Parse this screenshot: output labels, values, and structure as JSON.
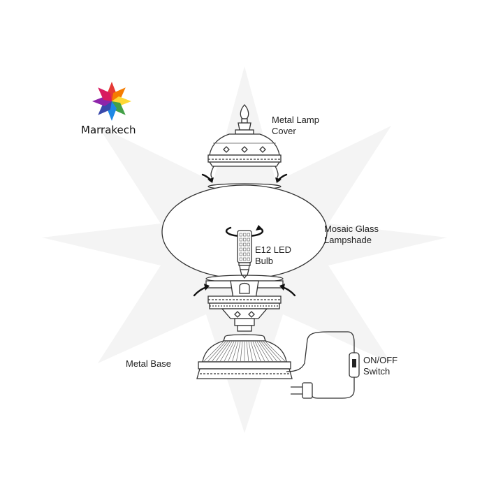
{
  "brand": {
    "name": "Marrakech",
    "petal_colors": [
      "#e53935",
      "#f57c00",
      "#fdd835",
      "#43a047",
      "#1e88e5",
      "#3949ab",
      "#8e24aa",
      "#d81b60"
    ]
  },
  "labels": {
    "cover_line1": "Metal Lamp",
    "cover_line2": "Cover",
    "shade_line1": "Mosaic Glass",
    "shade_line2": "Lampshade",
    "bulb_line1": "E12 LED",
    "bulb_line2": "Bulb",
    "base": "Metal Base",
    "switch_line1": "ON/OFF",
    "switch_line2": "Switch"
  },
  "colors": {
    "line": "#333333",
    "watermark": "#f4f4f4"
  }
}
